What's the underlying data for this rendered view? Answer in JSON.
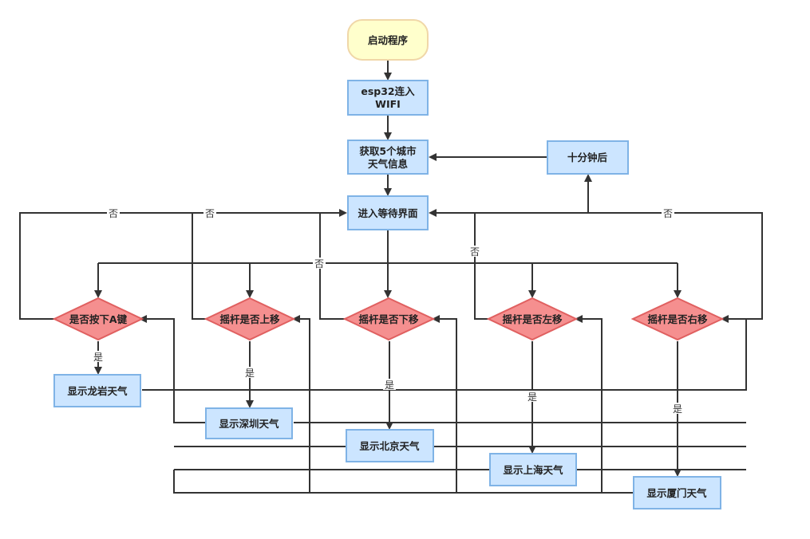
{
  "colors": {
    "process_fill": "#cce5ff",
    "process_stroke": "#7fb3e6",
    "decision_fill": "#f58f8f",
    "decision_stroke": "#e06060",
    "start_fill": "#ffffcc",
    "start_stroke": "#f0d7a8",
    "line": "#333333"
  },
  "nodes": {
    "start": "启动程序",
    "connect_wifi": [
      "esp32连入",
      "WIFI"
    ],
    "fetch_weather": [
      "获取5个城市",
      "天气信息"
    ],
    "timer": "十分钟后",
    "wait_screen": "进入等待界面",
    "check_a_key": "是否按下A键",
    "check_up": "摇杆是否上移",
    "check_down": "摇杆是否下移",
    "check_left": "摇杆是否左移",
    "check_right": "摇杆是否右移",
    "show_longyan": "显示龙岩天气",
    "show_shenzhen": "显示深圳天气",
    "show_beijing": "显示北京天气",
    "show_shanghai": "显示上海天气",
    "show_xiamen": "显示厦门天气"
  },
  "edge_labels": {
    "no": "否",
    "yes": "是"
  }
}
